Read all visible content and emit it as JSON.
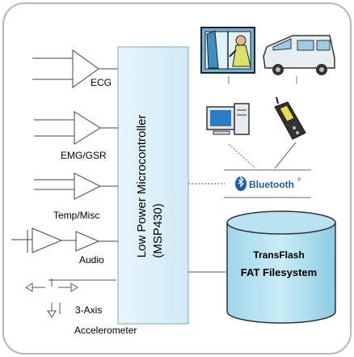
{
  "microcontroller": {
    "line1": "Low Power Microcontroller",
    "line2": "(MSP430)"
  },
  "sensors": {
    "ecg": "ECG",
    "emg_gsr": "EMG/GSR",
    "temp_misc": "Temp/Misc",
    "audio": "Audio",
    "axis": "3-Axis",
    "accelerometer": "Accelerometer"
  },
  "bluetooth": {
    "label": "Bluetooth",
    "trademark": "®"
  },
  "storage": {
    "line1": "TransFlash",
    "line2": "FAT Filesystem"
  },
  "icons": [
    "window-person-icon",
    "van-icon",
    "desktop-computer-icon",
    "cell-phone-icon",
    "bluetooth-icon",
    "database-cylinder-icon"
  ]
}
